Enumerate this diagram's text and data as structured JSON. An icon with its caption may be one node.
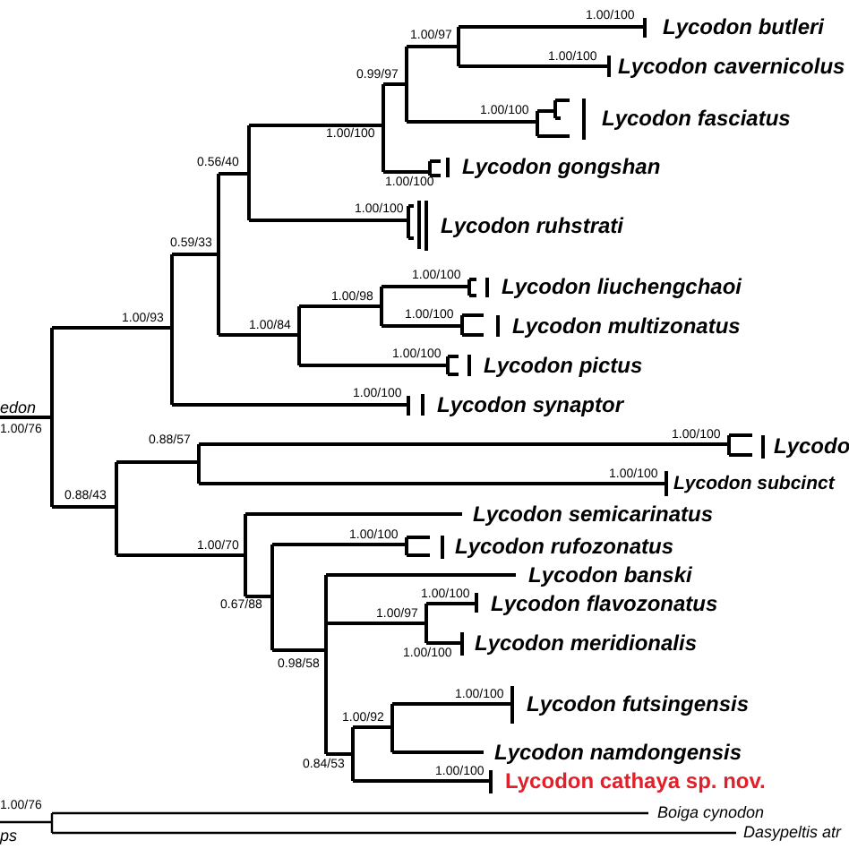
{
  "diagram": {
    "labels": [
      "1.00/100",
      "Lycodon butleri",
      "1.00/97",
      "1.00/100",
      "Lycodon cavernicolus",
      "0.99/97",
      "1.00/100",
      "Lycodon fasciatus",
      "1.00/100",
      "0.56/40",
      "1.00/100",
      "Lycodon gongshan",
      "1.00/100",
      "Lycodon ruhstrati",
      "0.59/33",
      "1.00/100",
      "Lycodon liuchengchaoi",
      "1.00/98",
      "1.00/100",
      "1.00/93",
      "1.00/84",
      "Lycodon multizonatus",
      "1.00/100",
      "Lycodon pictus",
      "1.00/100",
      "Lycodon synaptor",
      "edon",
      "1.00/76",
      "1.00/100",
      "Lycodo",
      "0.88/57",
      "1.00/100",
      "Lycodon subcinct",
      "0.88/43",
      "Lycodon semicarinatus",
      "1.00/100",
      "Lycodon rufozonatus",
      "1.00/70",
      "Lycodon banski",
      "1.00/100",
      "Lycodon flavozonatus",
      "0.67/88",
      "1.00/97",
      "Lycodon meridionalis",
      "1.00/100",
      "0.98/58",
      "1.00/100",
      "Lycodon futsingensis",
      "1.00/92",
      "Lycodon namdongensis",
      "0.84/53",
      "1.00/100",
      "Lycodon cathaya sp. nov.",
      "1.00/76",
      "Boiga cynodon",
      "ps",
      "Dasypeltis atr"
    ]
  }
}
